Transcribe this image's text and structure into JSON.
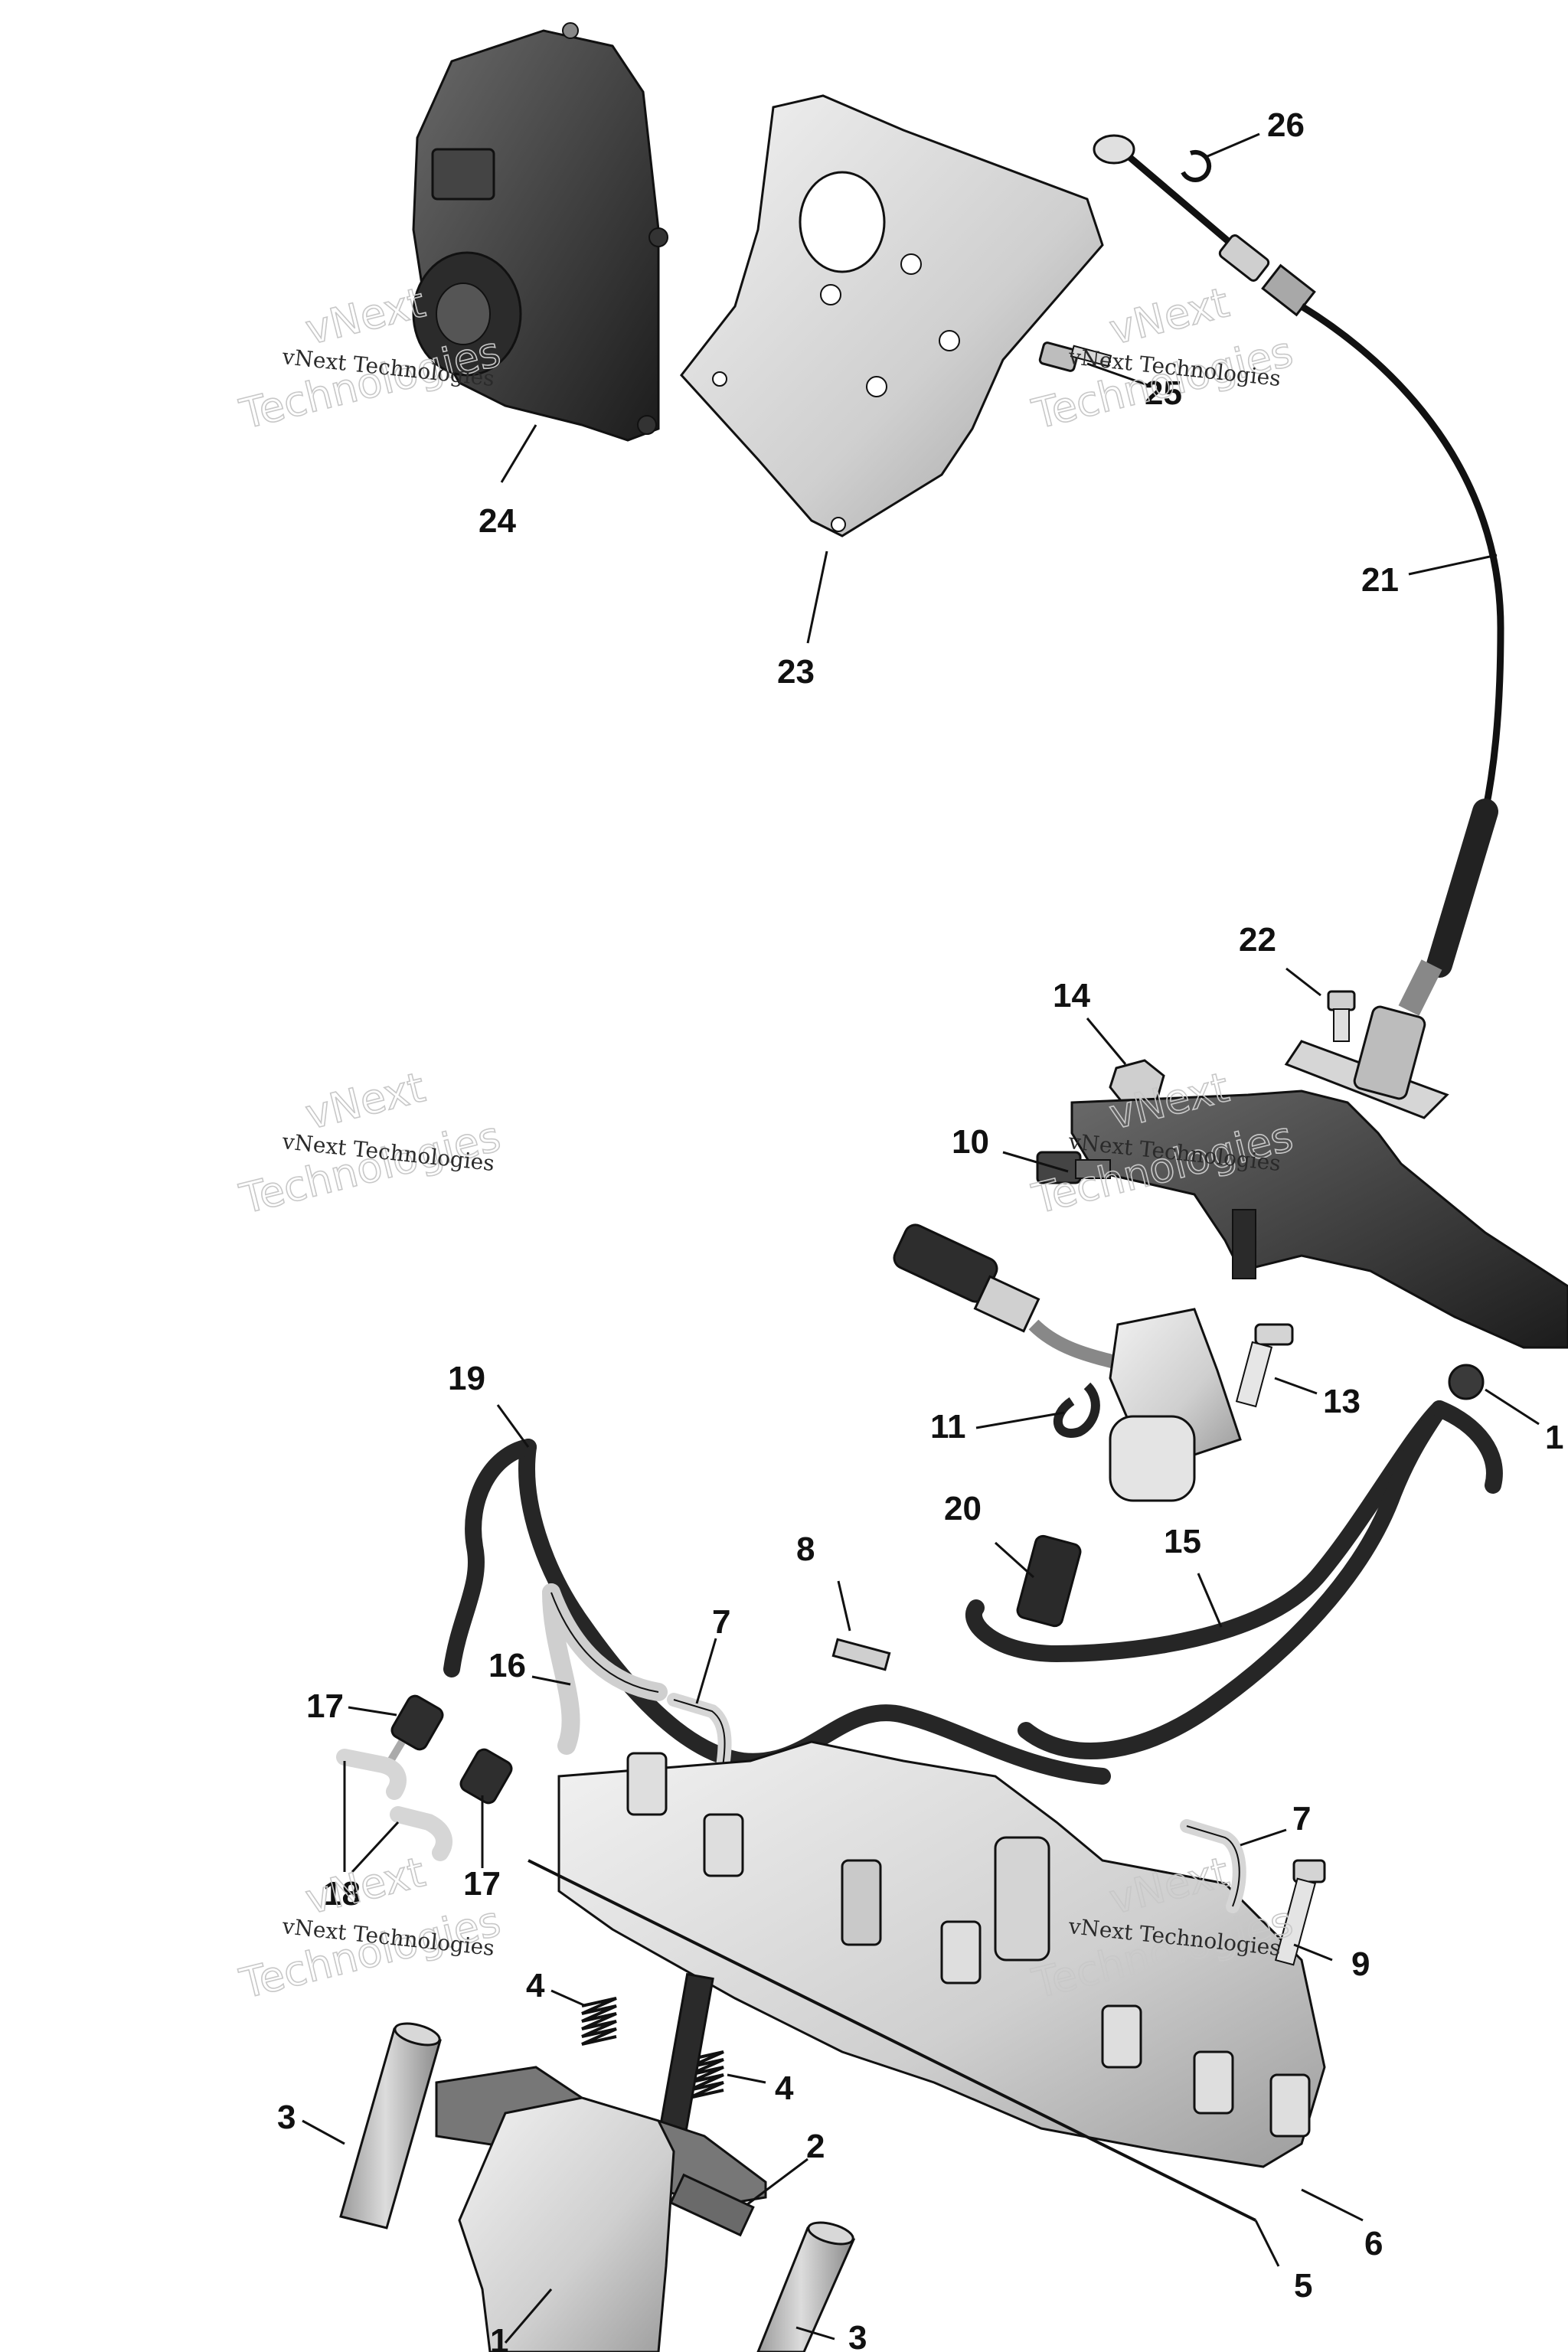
{
  "watermark": {
    "line_small": "vNext Technologies",
    "line_big_1": "vNext",
    "line_big_2": "Technologies"
  },
  "callouts": [
    "26",
    "25",
    "24",
    "23",
    "21",
    "22",
    "14",
    "10",
    "13",
    "1",
    "11",
    "19",
    "20",
    "15",
    "8",
    "7",
    "16",
    "17",
    "18",
    "7",
    "9",
    "4",
    "4",
    "3",
    "2",
    "6",
    "5",
    "1",
    "3"
  ],
  "colors": {
    "line": "#111111",
    "part_light": "#e2e2e2",
    "part_mid": "#bdbdbd",
    "part_dark": "#3a3a3a",
    "hose": "#262626"
  }
}
